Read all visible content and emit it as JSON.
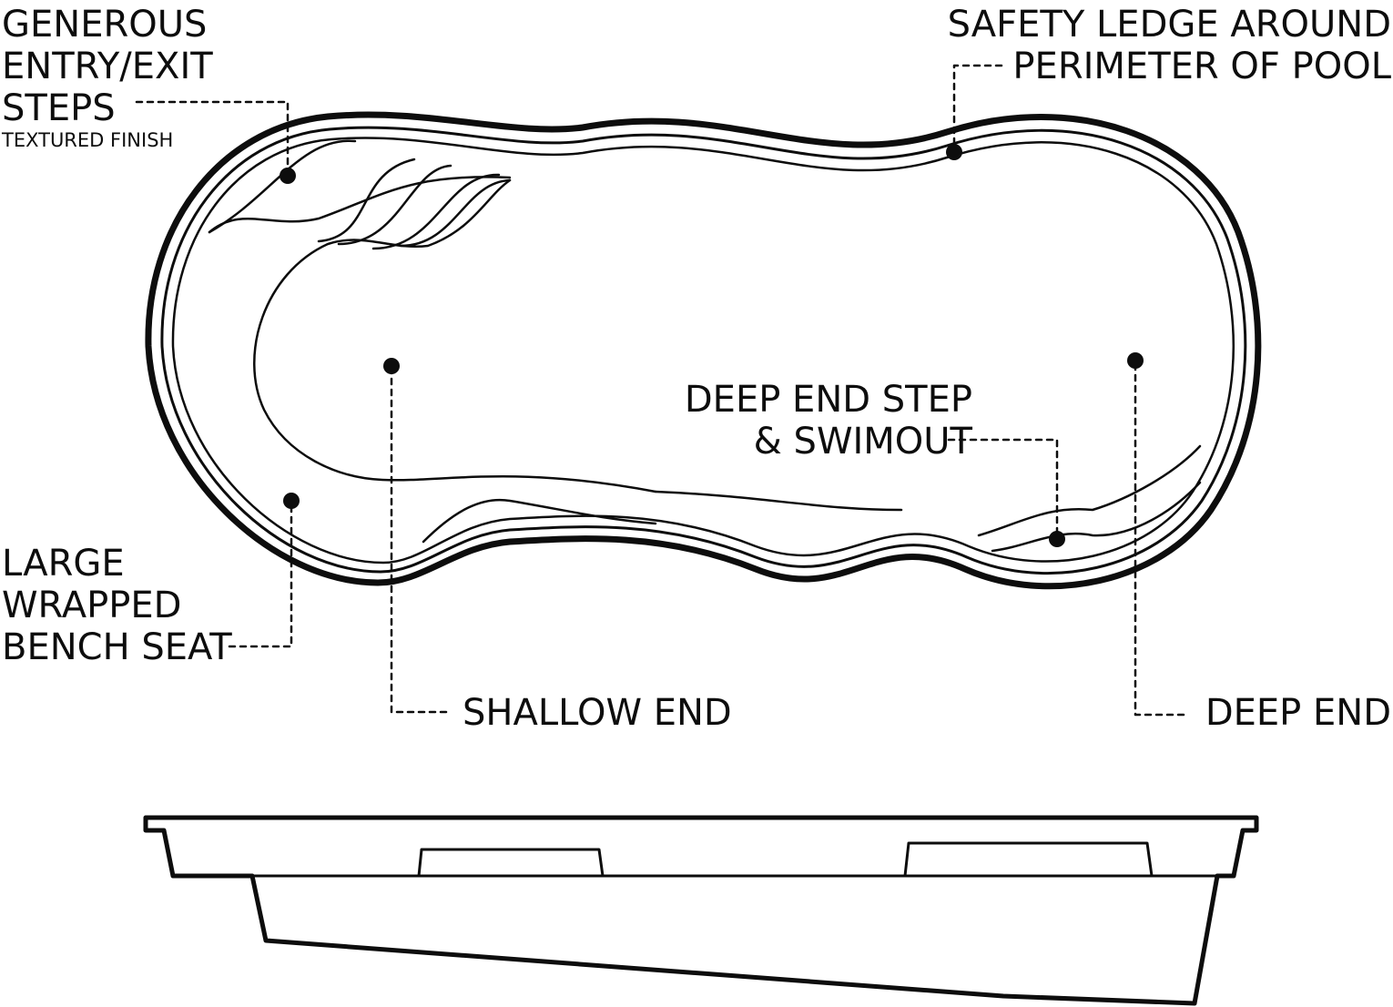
{
  "diagram": {
    "colors": {
      "ink": "#0d0d0d",
      "background": "#ffffff"
    },
    "labels": {
      "entry_steps": {
        "lines": [
          "GENEROUS",
          "ENTRY/EXIT",
          "STEPS"
        ],
        "note": "TEXTURED FINISH"
      },
      "safety_ledge": {
        "lines": [
          "SAFETY LEDGE AROUND",
          "PERIMETER OF POOL"
        ]
      },
      "deep_end_step": {
        "lines": [
          "DEEP END STEP",
          "& SWIMOUT"
        ]
      },
      "bench_seat": {
        "lines": [
          "LARGE",
          "WRAPPED",
          "BENCH SEAT"
        ]
      },
      "shallow_end": {
        "text": "SHALLOW END"
      },
      "deep_end": {
        "text": "DEEP END"
      }
    }
  }
}
